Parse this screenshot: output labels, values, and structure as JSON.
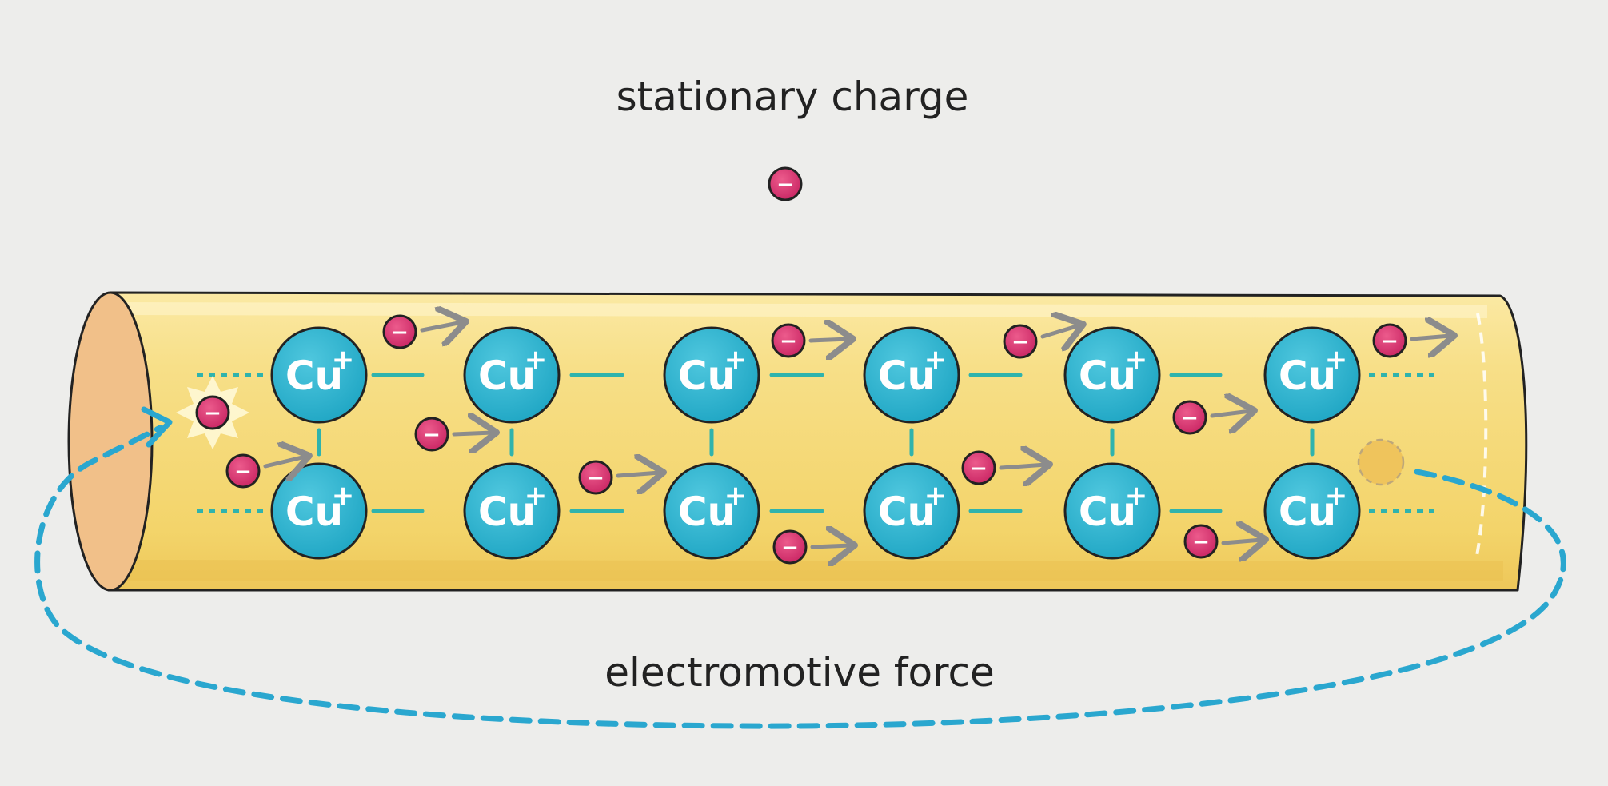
{
  "labels": {
    "top": "stationary charge",
    "bottom": "electromotive force"
  },
  "ion": {
    "symbol": "Cu",
    "charge": "+"
  },
  "electron": {
    "symbol": "−"
  },
  "colors": {
    "background": "#ededeb",
    "wire_fill": "#f5d873",
    "wire_end": "#f1c089",
    "ion_fill": "#27b3cf",
    "bond": "#2fb3ad",
    "electron_fill": "#d7326d",
    "arrow": "#8c8c8c",
    "emf_loop": "#2aa7cf",
    "text": "#222222"
  }
}
